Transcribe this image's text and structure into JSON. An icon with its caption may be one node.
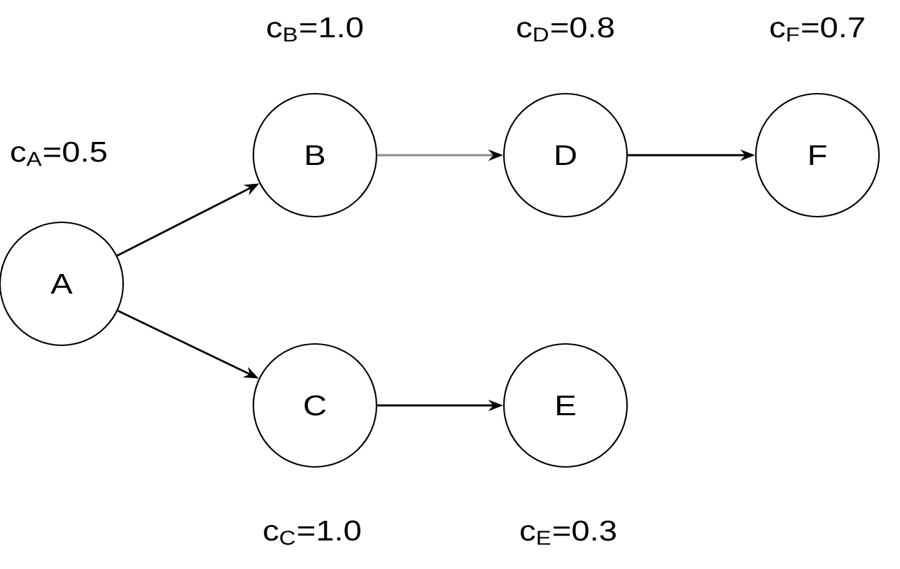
{
  "diagram": {
    "nodes": [
      {
        "text": [
          "A"
        ],
        "beside": [
          "c$_{A}$=0.5"
        ]
      },
      {
        "text": [
          "B"
        ],
        "beside": [
          "c$_{B}$=1.0"
        ]
      },
      {
        "text": [
          "C"
        ],
        "beside": [
          "c$_{C}$=1.0"
        ]
      },
      {
        "text": [
          "D"
        ],
        "beside": [
          "c$_{D}$=0.8"
        ]
      },
      {
        "text": [
          "E"
        ],
        "beside": [
          "c$_{E}$=0.3"
        ]
      },
      {
        "text": [
          "F"
        ],
        "beside": [
          "c$_{F}$=0.7"
        ]
      }
    ],
    "edges": [
      {
        "from": 0,
        "to": 1,
        "arrow": "to"
      },
      {
        "from": 0,
        "to": 2,
        "arrow": "to"
      },
      {
        "from": 1,
        "to": 3,
        "arrow": "to",
        "color": "#8a8a8a"
      },
      {
        "from": 3,
        "to": 5,
        "arrow": "to"
      },
      {
        "from": 2,
        "to": 4,
        "arrow": "to"
      }
    ]
  }
}
